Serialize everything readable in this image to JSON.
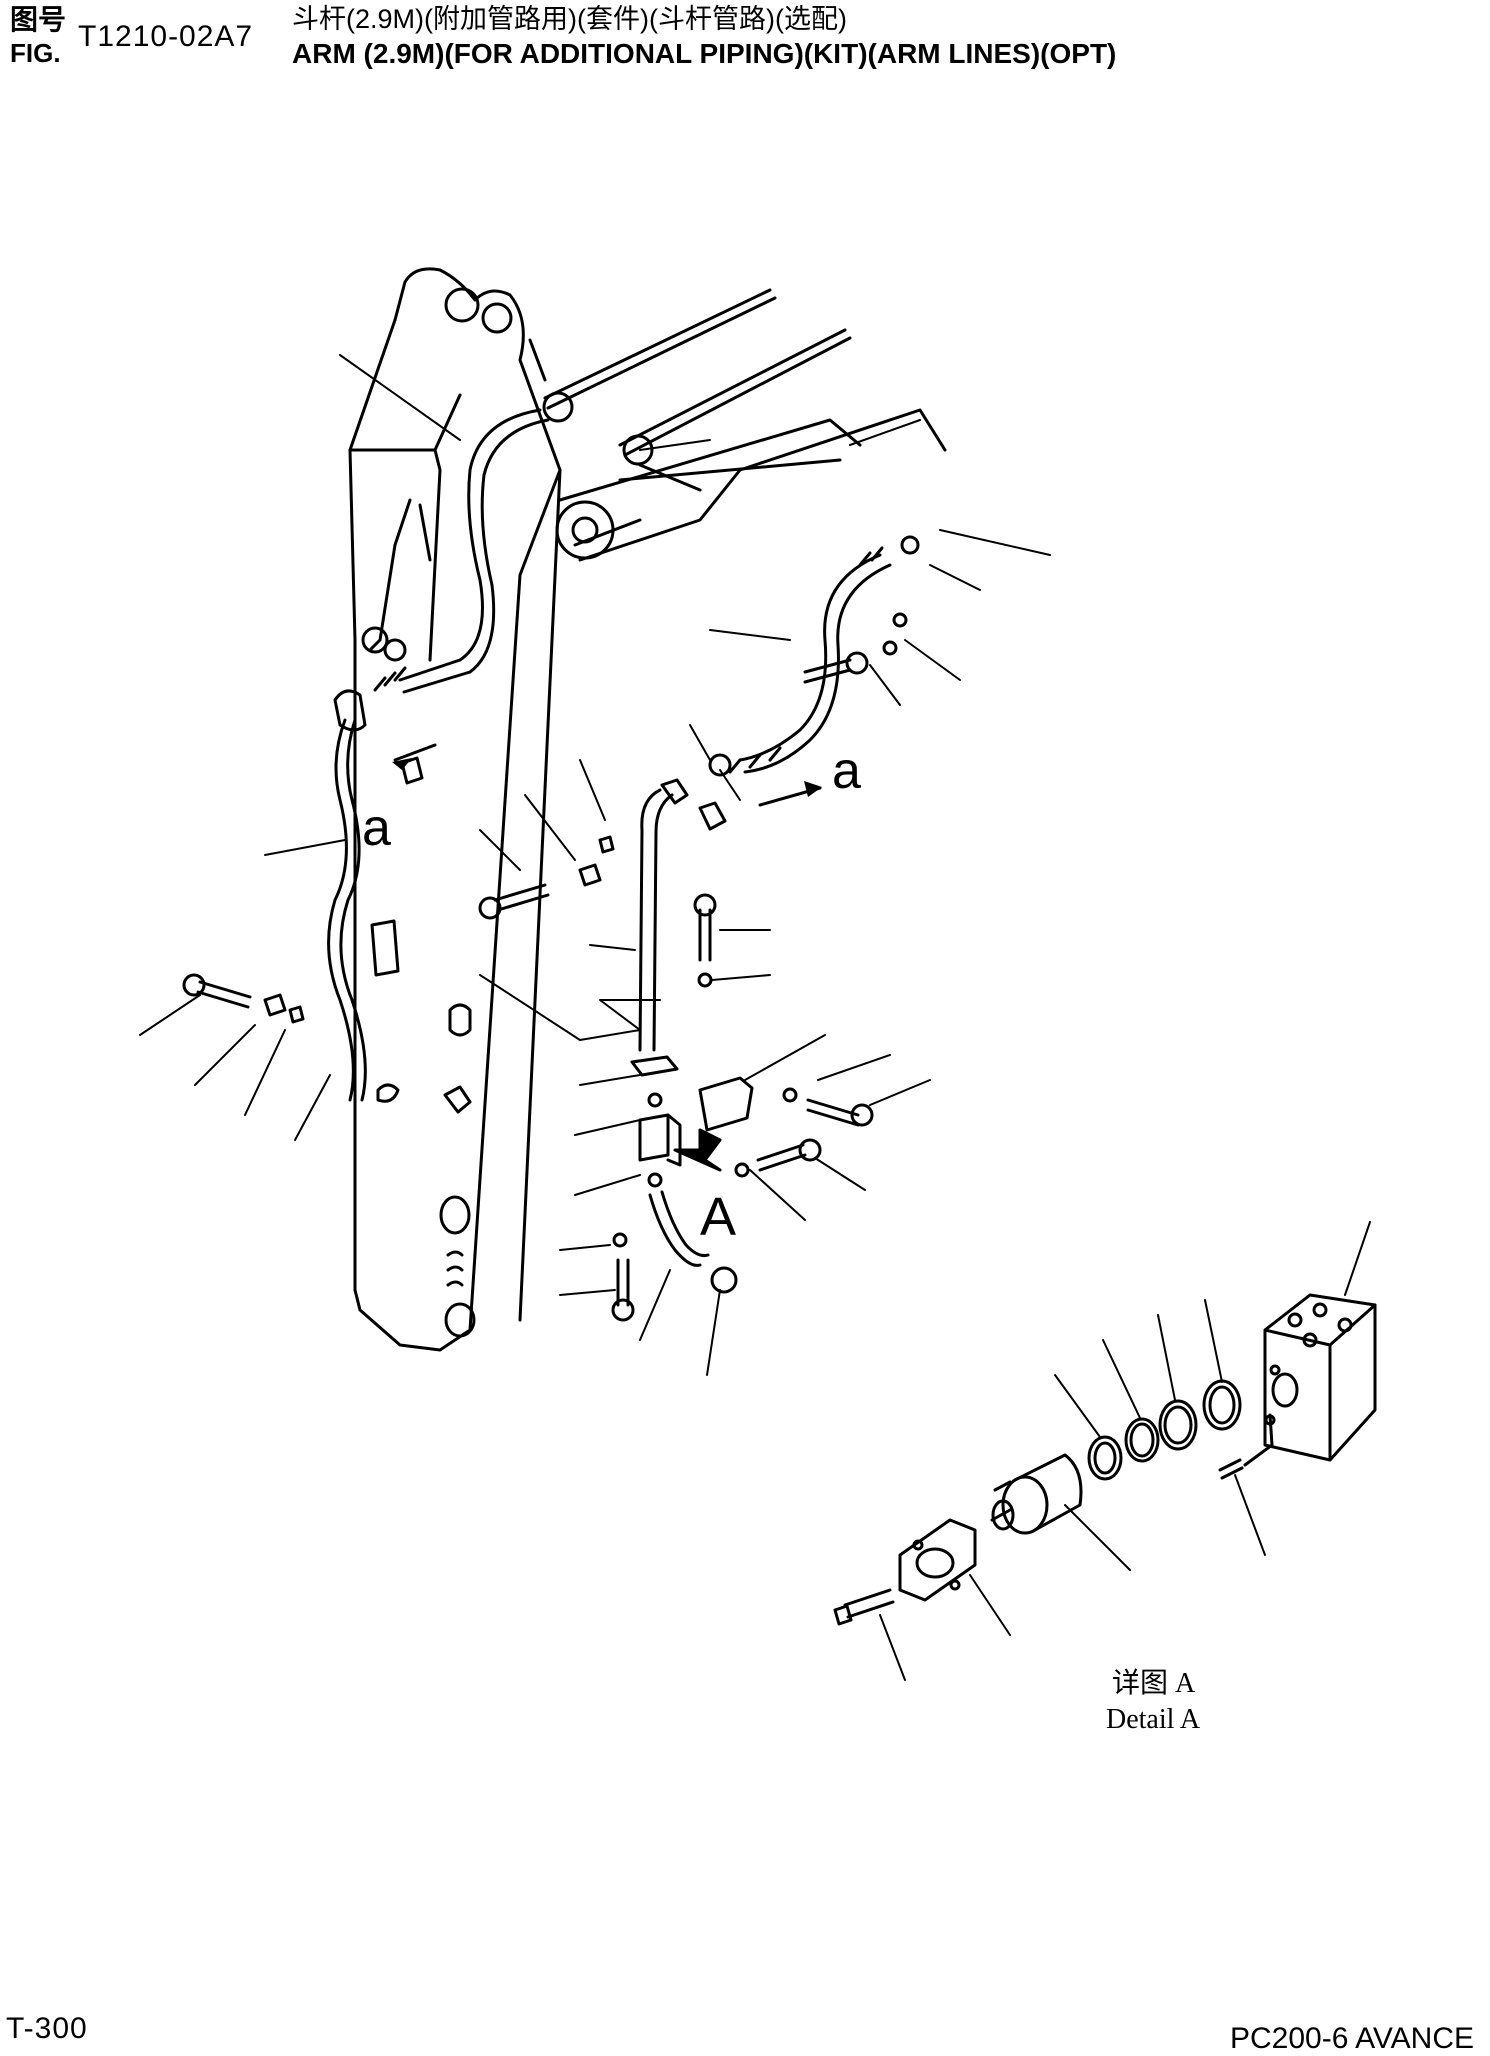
{
  "header": {
    "label_cn": "图号",
    "label_fig": "FIG.",
    "figure_number": "T1210-02A7",
    "title_cn": "斗杆(2.9M)(附加管路用)(套件)(斗杆管路)(选配)",
    "title_en": "ARM (2.9M)(FOR ADDITIONAL PIPING)(KIT)(ARM LINES)(OPT)"
  },
  "diagram": {
    "callout_a_left": "a",
    "callout_a_right": "a",
    "callout_A": "A",
    "detail_caption_cn": "详图 A",
    "detail_caption_en": "Detail A"
  },
  "footer": {
    "page_number": "T-300",
    "model": "PC200-6 AVANCE"
  }
}
